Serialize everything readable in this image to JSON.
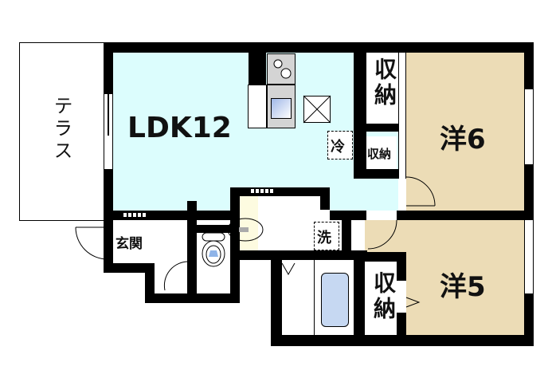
{
  "floorplan": {
    "rooms": {
      "terrace": {
        "label": "テラス"
      },
      "ldk": {
        "label": "LDK12"
      },
      "western6": {
        "label": "洋6"
      },
      "western5": {
        "label": "洋5"
      },
      "storage_top": {
        "label": "収納"
      },
      "storage_small": {
        "label": "収納"
      },
      "storage_bottom": {
        "label": "収納"
      },
      "entrance": {
        "label": "玄関"
      },
      "fridge": {
        "label": "冷"
      },
      "washer": {
        "label": "洗"
      }
    },
    "colors": {
      "ldk": "#dcfdfd",
      "western": "#ecdcb6",
      "wall": "#000000",
      "washroom": "#fdfbe0",
      "bathtub": "#c6d8f2",
      "toilet_water": "#8fb4e8"
    }
  }
}
